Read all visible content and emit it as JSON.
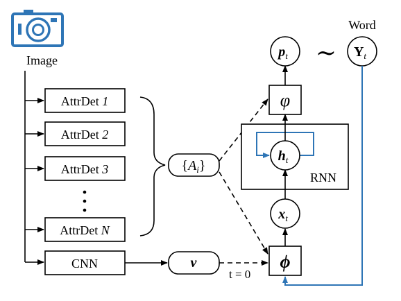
{
  "colors": {
    "line": "#000000",
    "accent": "#2e75b6"
  },
  "icons": {
    "image": "camera-icon"
  },
  "image_label": "Image",
  "word_label": "Word",
  "attr_detectors": [
    {
      "base": "AttrDet",
      "index": "1"
    },
    {
      "base": "AttrDet",
      "index": "2"
    },
    {
      "base": "AttrDet",
      "index": "3"
    },
    {
      "base": "AttrDet",
      "index": "N"
    }
  ],
  "ellipsis": "⋮",
  "cnn_label": "CNN",
  "attr_set": {
    "open": "{",
    "sym": "A",
    "sub": "i",
    "close": "}"
  },
  "v_label": "v",
  "t_label": "t = 0",
  "phi_label": "ϕ",
  "x_label": {
    "sym": "x",
    "sub": "t"
  },
  "h_label": {
    "sym": "h",
    "sub": "t"
  },
  "rnn_label": "RNN",
  "varphi_label": "φ",
  "p_label": {
    "sym": "p",
    "sub": "t"
  },
  "tilde": "∼",
  "y_label": {
    "sym": "Y",
    "sub": "t"
  }
}
